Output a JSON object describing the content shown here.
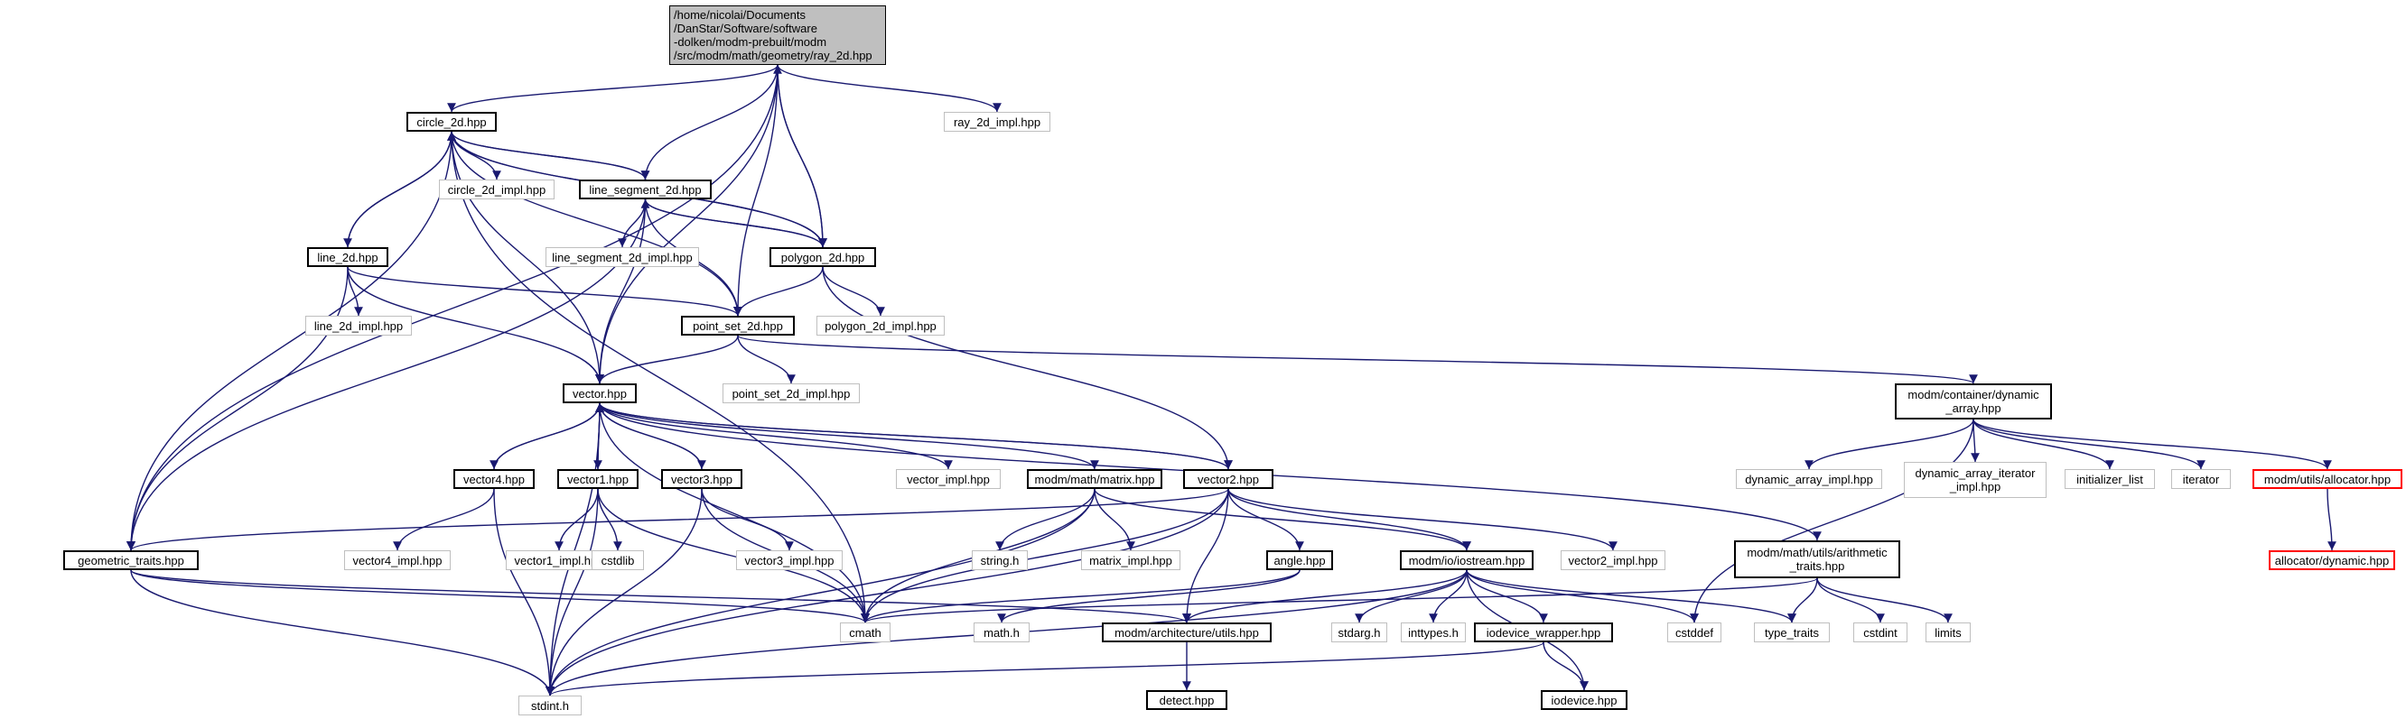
{
  "diagram": {
    "edge_color": "#191970",
    "nodes": [
      {
        "id": "ray_2d",
        "lines": [
          "/home/nicolai/Documents",
          "/DanStar/Software/software",
          "-dolken/modm-prebuilt/modm",
          "/src/modm/math/geometry/ray_2d.hpp"
        ],
        "style": "root"
      },
      {
        "id": "circle_2d",
        "lines": [
          "circle_2d.hpp"
        ],
        "style": "normal"
      },
      {
        "id": "ray_2d_impl",
        "lines": [
          "ray_2d_impl.hpp"
        ],
        "style": "leaf"
      },
      {
        "id": "circle_2d_impl",
        "lines": [
          "circle_2d_impl.hpp"
        ],
        "style": "leaf"
      },
      {
        "id": "line_segment_2d",
        "lines": [
          "line_segment_2d.hpp"
        ],
        "style": "normal"
      },
      {
        "id": "line_2d",
        "lines": [
          "line_2d.hpp"
        ],
        "style": "normal"
      },
      {
        "id": "line_segment_2d_impl",
        "lines": [
          "line_segment_2d_impl.hpp"
        ],
        "style": "leaf"
      },
      {
        "id": "polygon_2d",
        "lines": [
          "polygon_2d.hpp"
        ],
        "style": "normal"
      },
      {
        "id": "line_2d_impl",
        "lines": [
          "line_2d_impl.hpp"
        ],
        "style": "leaf"
      },
      {
        "id": "point_set_2d",
        "lines": [
          "point_set_2d.hpp"
        ],
        "style": "normal"
      },
      {
        "id": "polygon_2d_impl",
        "lines": [
          "polygon_2d_impl.hpp"
        ],
        "style": "leaf"
      },
      {
        "id": "vector",
        "lines": [
          "vector.hpp"
        ],
        "style": "normal"
      },
      {
        "id": "point_set_2d_impl",
        "lines": [
          "point_set_2d_impl.hpp"
        ],
        "style": "leaf"
      },
      {
        "id": "dynamic_array",
        "lines": [
          "modm/container/dynamic",
          "_array.hpp"
        ],
        "style": "normal"
      },
      {
        "id": "vector4",
        "lines": [
          "vector4.hpp"
        ],
        "style": "normal"
      },
      {
        "id": "vector1",
        "lines": [
          "vector1.hpp"
        ],
        "style": "normal"
      },
      {
        "id": "vector3",
        "lines": [
          "vector3.hpp"
        ],
        "style": "normal"
      },
      {
        "id": "vector_impl",
        "lines": [
          "vector_impl.hpp"
        ],
        "style": "leaf"
      },
      {
        "id": "matrix",
        "lines": [
          "modm/math/matrix.hpp"
        ],
        "style": "normal"
      },
      {
        "id": "vector2",
        "lines": [
          "vector2.hpp"
        ],
        "style": "normal"
      },
      {
        "id": "dynamic_array_impl",
        "lines": [
          "dynamic_array_impl.hpp"
        ],
        "style": "leaf"
      },
      {
        "id": "dynamic_array_iterator_impl",
        "lines": [
          "dynamic_array_iterator",
          "_impl.hpp"
        ],
        "style": "leaf"
      },
      {
        "id": "initializer_list",
        "lines": [
          "initializer_list"
        ],
        "style": "leaf"
      },
      {
        "id": "iterator",
        "lines": [
          "iterator"
        ],
        "style": "leaf"
      },
      {
        "id": "allocator",
        "lines": [
          "modm/utils/allocator.hpp"
        ],
        "style": "red"
      },
      {
        "id": "geometric_traits",
        "lines": [
          "geometric_traits.hpp"
        ],
        "style": "normal"
      },
      {
        "id": "vector4_impl",
        "lines": [
          "vector4_impl.hpp"
        ],
        "style": "leaf"
      },
      {
        "id": "vector1_impl",
        "lines": [
          "vector1_impl.hpp"
        ],
        "style": "leaf"
      },
      {
        "id": "cstdlib",
        "lines": [
          "cstdlib"
        ],
        "style": "leaf"
      },
      {
        "id": "vector3_impl",
        "lines": [
          "vector3_impl.hpp"
        ],
        "style": "leaf"
      },
      {
        "id": "string_h",
        "lines": [
          "string.h"
        ],
        "style": "leaf"
      },
      {
        "id": "matrix_impl",
        "lines": [
          "matrix_impl.hpp"
        ],
        "style": "leaf"
      },
      {
        "id": "angle",
        "lines": [
          "angle.hpp"
        ],
        "style": "normal"
      },
      {
        "id": "iostream",
        "lines": [
          "modm/io/iostream.hpp"
        ],
        "style": "normal"
      },
      {
        "id": "vector2_impl",
        "lines": [
          "vector2_impl.hpp"
        ],
        "style": "leaf"
      },
      {
        "id": "arithmetic_traits",
        "lines": [
          "modm/math/utils/arithmetic",
          "_traits.hpp"
        ],
        "style": "normal"
      },
      {
        "id": "allocator_dynamic",
        "lines": [
          "allocator/dynamic.hpp"
        ],
        "style": "red"
      },
      {
        "id": "cmath",
        "lines": [
          "cmath"
        ],
        "style": "leaf"
      },
      {
        "id": "math_h",
        "lines": [
          "math.h"
        ],
        "style": "leaf"
      },
      {
        "id": "arch_utils",
        "lines": [
          "modm/architecture/utils.hpp"
        ],
        "style": "normal"
      },
      {
        "id": "stdarg_h",
        "lines": [
          "stdarg.h"
        ],
        "style": "leaf"
      },
      {
        "id": "inttypes_h",
        "lines": [
          "inttypes.h"
        ],
        "style": "leaf"
      },
      {
        "id": "iodevice_wrapper",
        "lines": [
          "iodevice_wrapper.hpp"
        ],
        "style": "normal"
      },
      {
        "id": "cstddef",
        "lines": [
          "cstddef"
        ],
        "style": "leaf"
      },
      {
        "id": "type_traits",
        "lines": [
          "type_traits"
        ],
        "style": "leaf"
      },
      {
        "id": "cstdint",
        "lines": [
          "cstdint"
        ],
        "style": "leaf"
      },
      {
        "id": "limits",
        "lines": [
          "limits"
        ],
        "style": "leaf"
      },
      {
        "id": "stdint_h",
        "lines": [
          "stdint.h"
        ],
        "style": "leaf"
      },
      {
        "id": "detect",
        "lines": [
          "detect.hpp"
        ],
        "style": "normal"
      },
      {
        "id": "iodevice",
        "lines": [
          "iodevice.hpp"
        ],
        "style": "normal"
      }
    ],
    "edges": [
      [
        "ray_2d",
        "circle_2d"
      ],
      [
        "ray_2d",
        "ray_2d_impl"
      ],
      [
        "ray_2d",
        "line_segment_2d"
      ],
      [
        "ray_2d",
        "polygon_2d"
      ],
      [
        "ray_2d",
        "point_set_2d"
      ],
      [
        "ray_2d",
        "vector"
      ],
      [
        "ray_2d",
        "geometric_traits"
      ],
      [
        "circle_2d",
        "circle_2d_impl"
      ],
      [
        "circle_2d",
        "line_segment_2d"
      ],
      [
        "circle_2d",
        "line_2d"
      ],
      [
        "circle_2d",
        "polygon_2d"
      ],
      [
        "circle_2d",
        "point_set_2d"
      ],
      [
        "circle_2d",
        "vector"
      ],
      [
        "circle_2d",
        "geometric_traits"
      ],
      [
        "circle_2d",
        "cmath"
      ],
      [
        "line_segment_2d",
        "circle_2d"
      ],
      [
        "line_segment_2d",
        "line_segment_2d_impl"
      ],
      [
        "line_segment_2d",
        "polygon_2d"
      ],
      [
        "line_segment_2d",
        "point_set_2d"
      ],
      [
        "line_segment_2d",
        "vector"
      ],
      [
        "line_segment_2d",
        "geometric_traits"
      ],
      [
        "line_2d",
        "circle_2d"
      ],
      [
        "line_2d",
        "line_2d_impl"
      ],
      [
        "line_2d",
        "point_set_2d"
      ],
      [
        "line_2d",
        "vector"
      ],
      [
        "line_2d",
        "geometric_traits"
      ],
      [
        "polygon_2d",
        "circle_2d"
      ],
      [
        "polygon_2d",
        "line_segment_2d"
      ],
      [
        "polygon_2d",
        "ray_2d"
      ],
      [
        "polygon_2d",
        "polygon_2d_impl"
      ],
      [
        "polygon_2d",
        "point_set_2d"
      ],
      [
        "polygon_2d",
        "vector2"
      ],
      [
        "point_set_2d",
        "point_set_2d_impl"
      ],
      [
        "point_set_2d",
        "vector"
      ],
      [
        "point_set_2d",
        "dynamic_array"
      ],
      [
        "vector",
        "vector4"
      ],
      [
        "vector",
        "vector1"
      ],
      [
        "vector",
        "vector3"
      ],
      [
        "vector",
        "vector_impl"
      ],
      [
        "vector",
        "matrix"
      ],
      [
        "vector",
        "vector2"
      ],
      [
        "vector",
        "arithmetic_traits"
      ],
      [
        "vector",
        "cmath"
      ],
      [
        "vector",
        "stdint_h"
      ],
      [
        "vector4",
        "vector"
      ],
      [
        "vector4",
        "vector4_impl"
      ],
      [
        "vector4",
        "stdint_h"
      ],
      [
        "vector1",
        "vector"
      ],
      [
        "vector1",
        "vector1_impl"
      ],
      [
        "vector1",
        "cstdlib"
      ],
      [
        "vector1",
        "cmath"
      ],
      [
        "vector1",
        "stdint_h"
      ],
      [
        "vector3",
        "vector"
      ],
      [
        "vector3",
        "vector3_impl"
      ],
      [
        "vector3",
        "cmath"
      ],
      [
        "vector3",
        "stdint_h"
      ],
      [
        "vector2",
        "vector"
      ],
      [
        "vector2",
        "vector2_impl"
      ],
      [
        "vector2",
        "angle"
      ],
      [
        "vector2",
        "iostream"
      ],
      [
        "vector2",
        "geometric_traits"
      ],
      [
        "vector2",
        "cmath"
      ],
      [
        "vector2",
        "stdint_h"
      ],
      [
        "vector2",
        "arch_utils"
      ],
      [
        "matrix",
        "string_h"
      ],
      [
        "matrix",
        "matrix_impl"
      ],
      [
        "matrix",
        "iostream"
      ],
      [
        "matrix",
        "cmath"
      ],
      [
        "matrix",
        "stdint_h"
      ],
      [
        "dynamic_array",
        "dynamic_array_impl"
      ],
      [
        "dynamic_array",
        "dynamic_array_iterator_impl"
      ],
      [
        "dynamic_array",
        "initializer_list"
      ],
      [
        "dynamic_array",
        "iterator"
      ],
      [
        "dynamic_array",
        "allocator"
      ],
      [
        "dynamic_array",
        "cstddef"
      ],
      [
        "allocator",
        "allocator_dynamic"
      ],
      [
        "geometric_traits",
        "cmath"
      ],
      [
        "geometric_traits",
        "stdint_h"
      ],
      [
        "geometric_traits",
        "arch_utils"
      ],
      [
        "angle",
        "cmath"
      ],
      [
        "angle",
        "math_h"
      ],
      [
        "iostream",
        "stdarg_h"
      ],
      [
        "iostream",
        "inttypes_h"
      ],
      [
        "iostream",
        "iodevice_wrapper"
      ],
      [
        "iostream",
        "cstddef"
      ],
      [
        "iostream",
        "type_traits"
      ],
      [
        "iostream",
        "arch_utils"
      ],
      [
        "iostream",
        "iodevice"
      ],
      [
        "iostream",
        "stdint_h"
      ],
      [
        "arithmetic_traits",
        "type_traits"
      ],
      [
        "arithmetic_traits",
        "cstdint"
      ],
      [
        "arithmetic_traits",
        "limits"
      ],
      [
        "arithmetic_traits",
        "cmath"
      ],
      [
        "arch_utils",
        "detect"
      ],
      [
        "iodevice_wrapper",
        "iodevice"
      ],
      [
        "iodevice_wrapper",
        "stdint_h"
      ]
    ]
  }
}
